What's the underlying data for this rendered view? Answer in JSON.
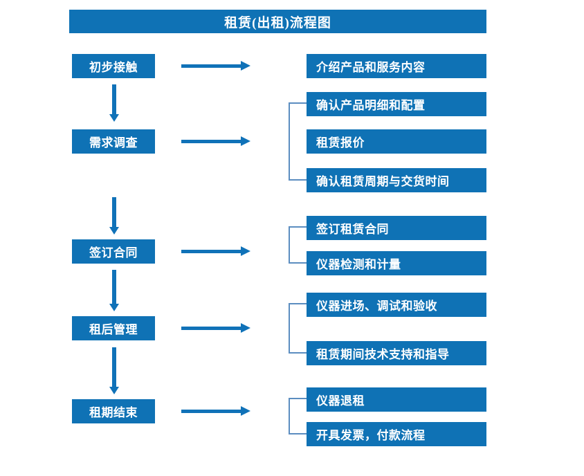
{
  "title": "租赁(出租)流程图",
  "colors": {
    "box_fill": "#0f72b5",
    "arrow": "#1072b8",
    "bracket": "#5b8dc0",
    "box_text": "#ffffff",
    "background": "#ffffff"
  },
  "stages": [
    {
      "label": "初步接触"
    },
    {
      "label": "需求调查"
    },
    {
      "label": "签订合同"
    },
    {
      "label": "租后管理"
    },
    {
      "label": "租期结束"
    }
  ],
  "details": [
    {
      "label": "介绍产品和服务内容"
    },
    {
      "label": "确认产品明细和配置"
    },
    {
      "label": "租赁报价"
    },
    {
      "label": "确认租赁周期与交货时间"
    },
    {
      "label": "签订租赁合同"
    },
    {
      "label": "仪器检测和计量"
    },
    {
      "label": "仪器进场、调试和验收"
    },
    {
      "label": "租赁期间技术支持和指导"
    },
    {
      "label": "仪器退租"
    },
    {
      "label": "开具发票，付款流程"
    }
  ]
}
